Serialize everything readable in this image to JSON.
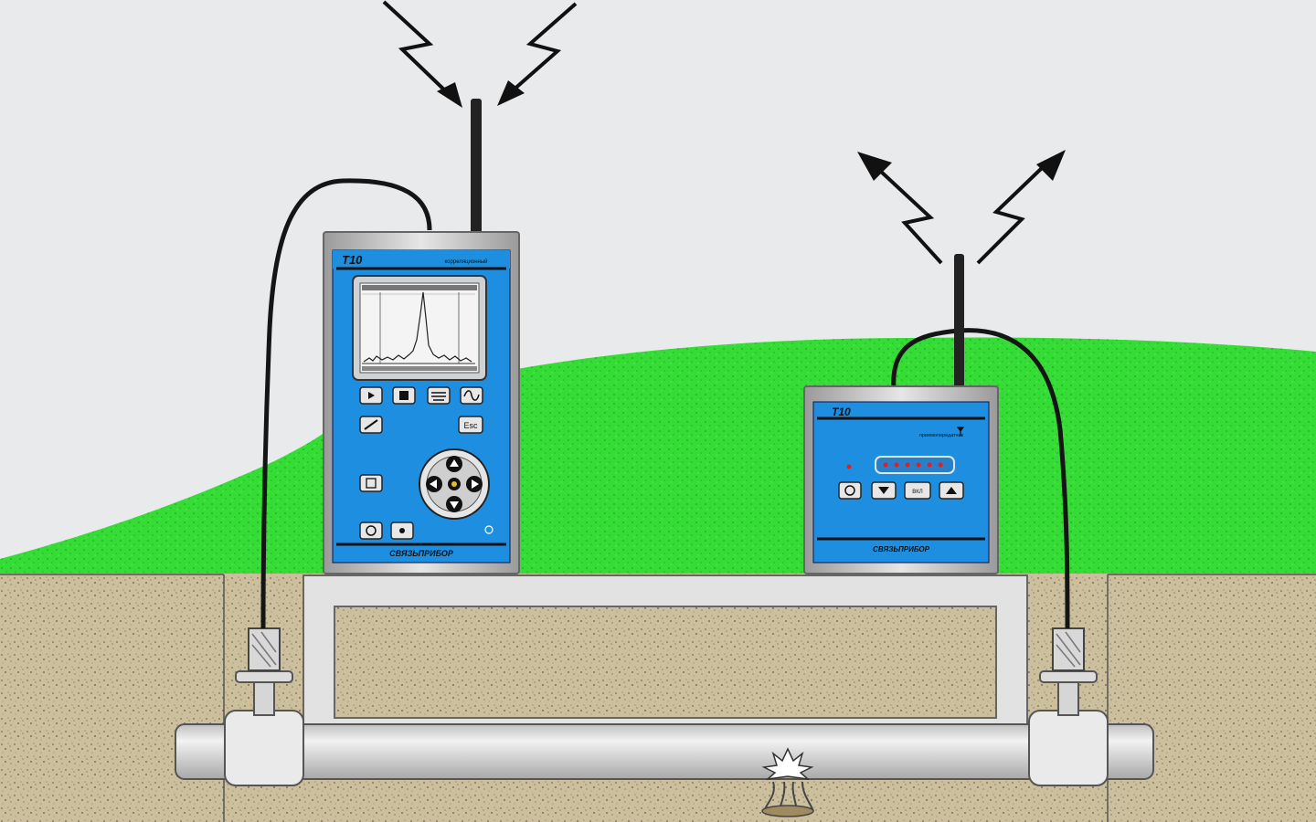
{
  "correlator": {
    "model": "T10",
    "type_label": "корреляционный",
    "brand": "СВЯЗЬПРИБОР",
    "esc_label": "Esc",
    "screen_caption_left": "",
    "screen_caption_right": ""
  },
  "receiver": {
    "model": "T10",
    "type_label": "приемопередатчик",
    "brand": "СВЯЗЬПРИБОР",
    "mid_button_label": "ВКЛ"
  },
  "colors": {
    "sky": "#e9eaeb",
    "grass": "#33dd33",
    "soil": "#c9bc9a",
    "device_blue": "#1e8fe0",
    "device_frame": "#d0d0d0",
    "pipe": "#e2e2e2",
    "cable": "#151515"
  }
}
